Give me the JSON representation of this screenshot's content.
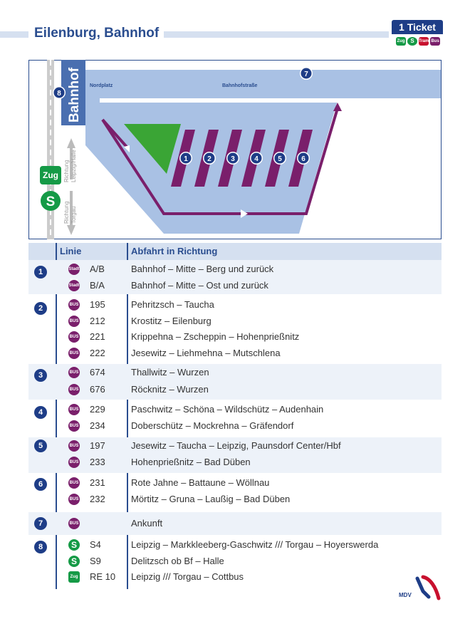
{
  "header": {
    "title": "Eilenburg, Bahnhof",
    "ticket_label": "1 Ticket",
    "ticket_modes": [
      "Zug",
      "S",
      "Tram",
      "Bus"
    ]
  },
  "map": {
    "label_bahnhof": "Bahnhof",
    "label_nordplatz": "Nordplatz",
    "label_bahnhofstrasse": "Bahnhofstraße",
    "label_richtung_leipzig_1": "Richtung",
    "label_richtung_leipzig_2": "Leipzig/Halle",
    "label_richtung_torgau_1": "Richtung",
    "label_richtung_torgau_2": "Torgau",
    "label_zug": "Zug",
    "label_sbahn": "S",
    "stops": [
      "1",
      "2",
      "3",
      "4",
      "5",
      "6"
    ],
    "stop_7": "7",
    "stop_8": "8"
  },
  "table": {
    "col_linie": "Linie",
    "col_abfahrt": "Abfahrt in Richtung",
    "groups": [
      {
        "stop": "1",
        "rows": [
          {
            "mode": "Stadt Bus",
            "line": "A/B",
            "dest": "Bahnhof – Mitte – Berg und zurück"
          },
          {
            "mode": "Stadt Bus",
            "line": "B/A",
            "dest": "Bahnhof – Mitte – Ost und zurück"
          }
        ]
      },
      {
        "stop": "2",
        "rows": [
          {
            "mode": "BUS",
            "line": "195",
            "dest": "Pehritzsch – Taucha"
          },
          {
            "mode": "BUS",
            "line": "212",
            "dest": "Krostitz – Eilenburg"
          },
          {
            "mode": "BUS",
            "line": "221",
            "dest": "Krippehna – Zscheppin – Hohenprießnitz"
          },
          {
            "mode": "BUS",
            "line": "222",
            "dest": "Jesewitz – Liehmehna – Mutschlena"
          }
        ]
      },
      {
        "stop": "3",
        "rows": [
          {
            "mode": "BUS",
            "line": "674",
            "dest": "Thallwitz – Wurzen"
          },
          {
            "mode": "BUS",
            "line": "676",
            "dest": "Röcknitz – Wurzen"
          }
        ]
      },
      {
        "stop": "4",
        "rows": [
          {
            "mode": "BUS",
            "line": "229",
            "dest": "Paschwitz – Schöna – Wildschütz – Audenhain"
          },
          {
            "mode": "BUS",
            "line": "234",
            "dest": "Doberschütz – Mockrehna – Gräfendorf"
          }
        ]
      },
      {
        "stop": "5",
        "rows": [
          {
            "mode": "BUS",
            "line": "197",
            "dest": "Jesewitz – Taucha – Leipzig, Paunsdorf Center/Hbf"
          },
          {
            "mode": "BUS",
            "line": "233",
            "dest": "Hohenprießnitz – Bad Düben"
          }
        ]
      },
      {
        "stop": "6",
        "rows": [
          {
            "mode": "BUS",
            "line": "231",
            "dest": "Rote Jahne – Battaune – Wöllnau"
          },
          {
            "mode": "BUS",
            "line": "232",
            "dest": "Mörtitz – Gruna – Laußig – Bad Düben"
          }
        ]
      },
      {
        "stop": "7",
        "rows": [
          {
            "mode": "BUS",
            "line": "",
            "dest": "Ankunft"
          }
        ]
      },
      {
        "stop": "8",
        "rows": [
          {
            "mode": "S",
            "line": "S4",
            "dest": "Leipzig – Markkleeberg-Gaschwitz /// Torgau – Hoyerswerda"
          },
          {
            "mode": "S",
            "line": "S9",
            "dest": "Delitzsch ob Bf – Halle"
          },
          {
            "mode": "Zug",
            "line": "RE 10",
            "dest": "Leipzig /// Torgau – Cottbus"
          }
        ]
      }
    ]
  },
  "footer": {
    "logo_text": "MDV"
  },
  "colors": {
    "navy": "#1e3d87",
    "bus_purple": "#7a1f6b",
    "green": "#159a46",
    "light_blue": "#d5e0f0",
    "map_blue": "#a9c1e4"
  }
}
